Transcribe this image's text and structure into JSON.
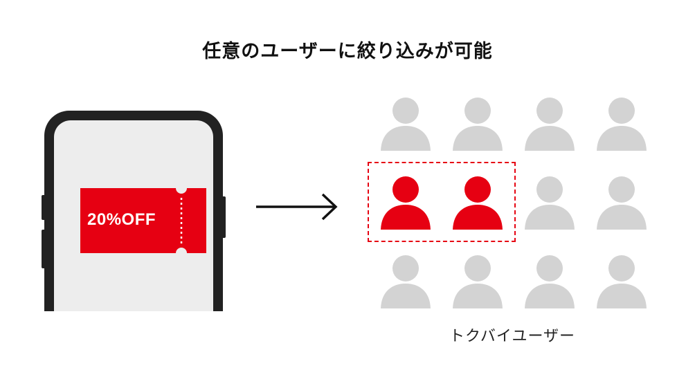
{
  "title": "任意のユーザーに絞り込みが可能",
  "coupon": {
    "label": "20%OFF",
    "color": "#e60012"
  },
  "caption": "トクバイユーザー",
  "colors": {
    "selected": "#e60012",
    "unselected": "#d3d3d3",
    "phone": "#222222",
    "screen": "#ededed"
  },
  "users": [
    {
      "state": "unselected"
    },
    {
      "state": "unselected"
    },
    {
      "state": "unselected"
    },
    {
      "state": "unselected"
    },
    {
      "state": "selected"
    },
    {
      "state": "selected"
    },
    {
      "state": "unselected"
    },
    {
      "state": "unselected"
    },
    {
      "state": "unselected"
    },
    {
      "state": "unselected"
    },
    {
      "state": "unselected"
    },
    {
      "state": "unselected"
    }
  ],
  "icons": {
    "arrow": "arrow-right-icon",
    "user": "user-icon"
  }
}
